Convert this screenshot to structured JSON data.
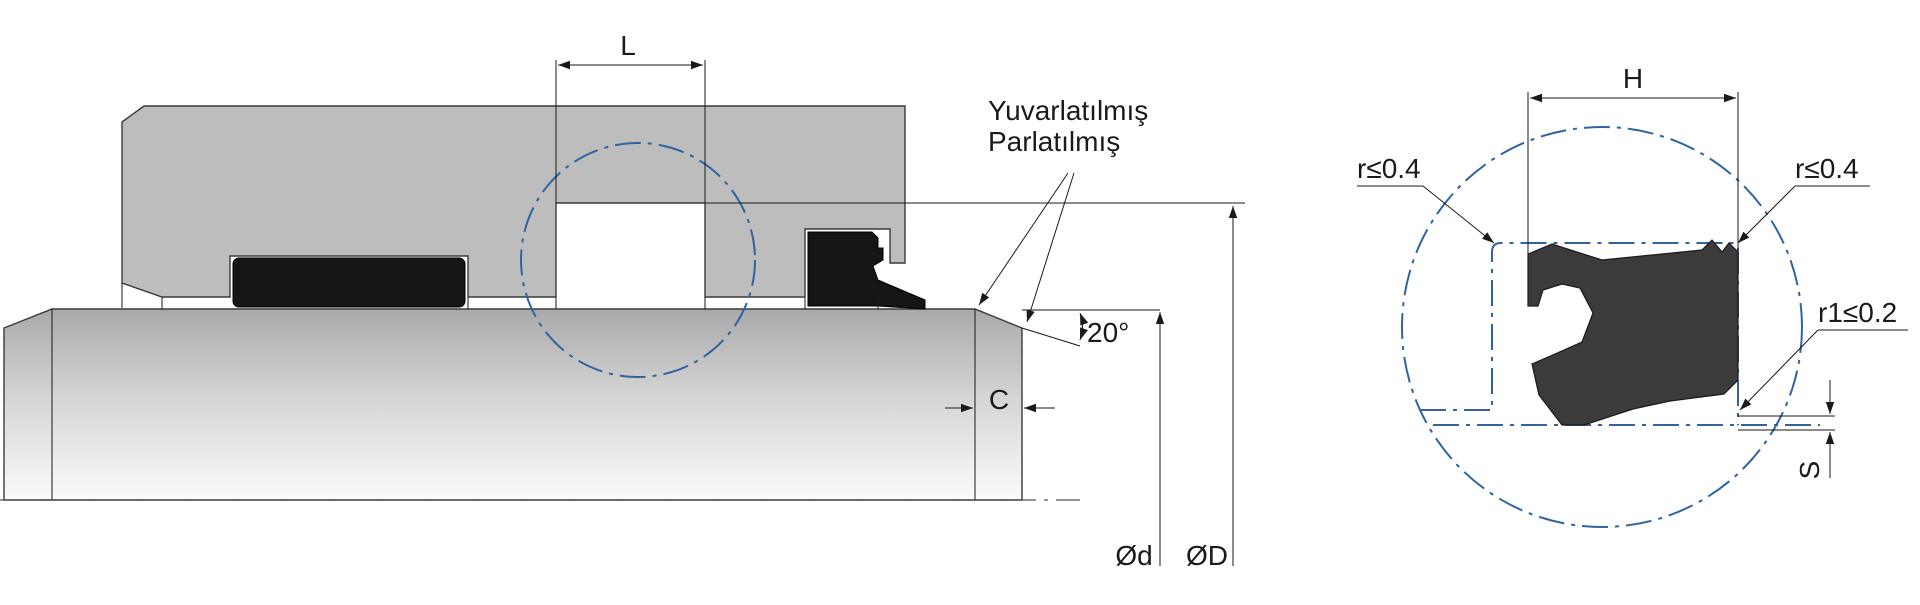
{
  "labels": {
    "L": "L",
    "H": "H",
    "C": "C",
    "angle": "20°",
    "dia_small": "Ød",
    "dia_large": "ØD",
    "S": "S",
    "r_left": "r≤0.4",
    "r_right": "r≤0.4",
    "r1": "r1≤0.2",
    "note_line1": "Yuvarlatılmış",
    "note_line2": "Parlatılmış"
  },
  "colors": {
    "housing": "#bdbdbd",
    "seal": "#151515",
    "detail_circle": "#2f64a0"
  }
}
